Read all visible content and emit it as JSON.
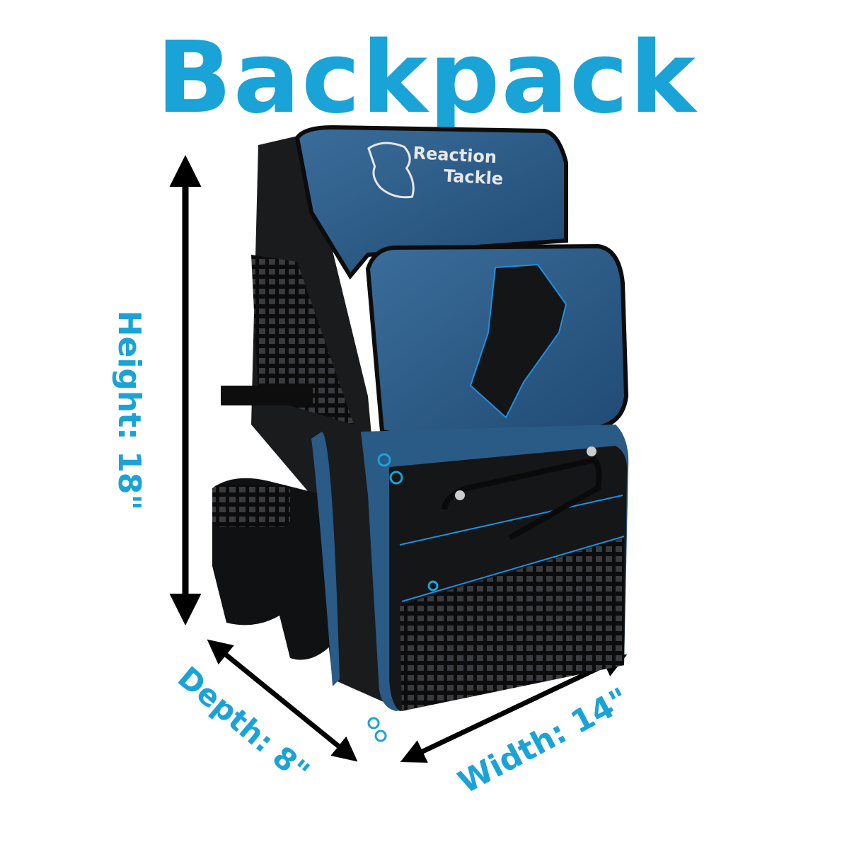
{
  "title": "Backpack",
  "brand": {
    "line1": "Reaction",
    "line2": "Tackle"
  },
  "dimensions": {
    "height": "Height: 18\"",
    "depth": "Depth: 8\"",
    "width": "Width: 14\""
  },
  "colors": {
    "accent": "#1aa3d6",
    "panel_blue": "#2a5a86",
    "body_black": "#151618",
    "stitch": "#1e90e0"
  }
}
